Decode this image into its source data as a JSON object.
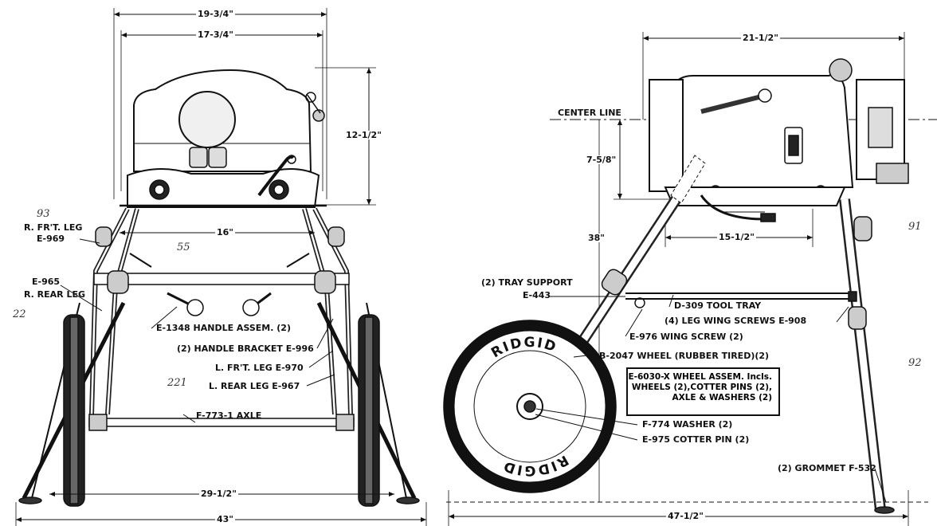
{
  "front_view": {
    "dim_overall_width": "19-3/4\"",
    "dim_body_width": "17-3/4\"",
    "dim_height": "12-1/2\"",
    "dim_leg_spread": "16\"",
    "dim_axle_width": "29-1/2\"",
    "dim_base_width": "43\"",
    "labels": {
      "front_right_leg": "R. FR'T. LEG",
      "front_right_leg_part": "E-969",
      "rear_right_leg_part": "E-965",
      "rear_right_leg": "R. REAR LEG",
      "handle_assembly": "E-1348 HANDLE ASSEM. (2)",
      "handle_bracket": "(2) HANDLE BRACKET E-996",
      "left_front_leg": "L. FR'T. LEG E-970",
      "left_rear_leg": "L. REAR LEG E-967",
      "axle": "F-773-1 AXLE"
    }
  },
  "side_view": {
    "dim_length": "21-1/2\"",
    "dim_center_height": "7-5/8\"",
    "dim_total_height": "38\"",
    "dim_leg_span": "15-1/2\"",
    "dim_overall_length": "47-1/2\"",
    "center_line": "CENTER LINE",
    "wheel_brand": "RIDGID",
    "labels": {
      "tray_support": "(2) TRAY SUPPORT",
      "tray_support_part": "E-443",
      "tool_tray": "D-309 TOOL TRAY",
      "leg_wing_screws": "(4) LEG WING SCREWS E-908",
      "wing_screw": "E-976 WING SCREW (2)",
      "wheel": "B-2047 WHEEL (RUBBER TIRED)(2)",
      "washer": "F-774 WASHER  (2)",
      "cotter_pin": "E-975 COTTER PIN  (2)",
      "grommet": "(2) GROMMET F-532"
    },
    "wheel_assembly_note": [
      "E-6030-X WHEEL ASSEM. Incls.",
      "WHEELS (2),COTTER PINS (2),",
      "AXLE & WASHERS (2)"
    ]
  },
  "handwritten": [
    "93",
    "55",
    "22",
    "221",
    "91",
    "92"
  ]
}
